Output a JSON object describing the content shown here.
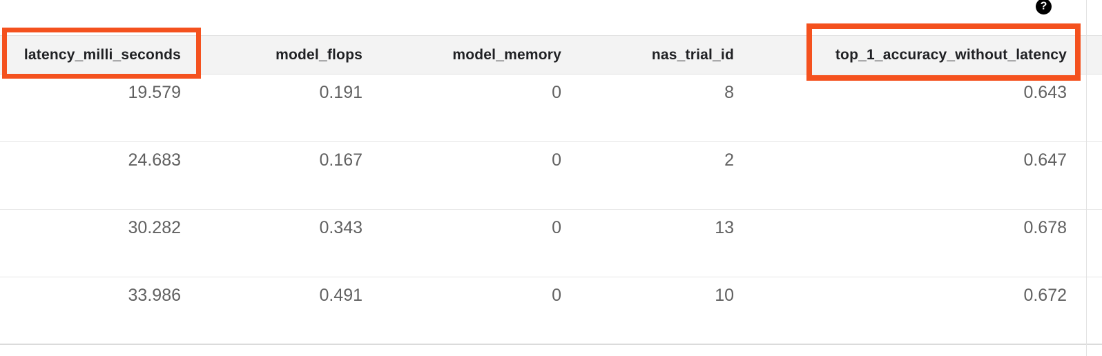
{
  "help": {
    "glyph": "?",
    "label": "help"
  },
  "table": {
    "columns": [
      {
        "key": "latency_milli_seconds",
        "label": "latency_milli_seconds",
        "highlighted": true
      },
      {
        "key": "model_flops",
        "label": "model_flops",
        "highlighted": false
      },
      {
        "key": "model_memory",
        "label": "model_memory",
        "highlighted": false
      },
      {
        "key": "nas_trial_id",
        "label": "nas_trial_id",
        "highlighted": false
      },
      {
        "key": "top_1_accuracy_without_latency",
        "label": "top_1_accuracy_without_latency",
        "highlighted": true
      }
    ],
    "rows": [
      [
        "19.579",
        "0.191",
        "0",
        "8",
        "0.643"
      ],
      [
        "24.683",
        "0.167",
        "0",
        "2",
        "0.647"
      ],
      [
        "30.282",
        "0.343",
        "0",
        "13",
        "0.678"
      ],
      [
        "33.986",
        "0.491",
        "0",
        "10",
        "0.672"
      ]
    ]
  },
  "colors": {
    "highlight_border": "#F4511E",
    "header_bg": "#F3F3F3",
    "row_border": "#E6E6E6",
    "header_text": "#202124",
    "cell_text": "#616161",
    "help_icon_bg": "#000000",
    "help_icon_fg": "#FFFFFF"
  }
}
